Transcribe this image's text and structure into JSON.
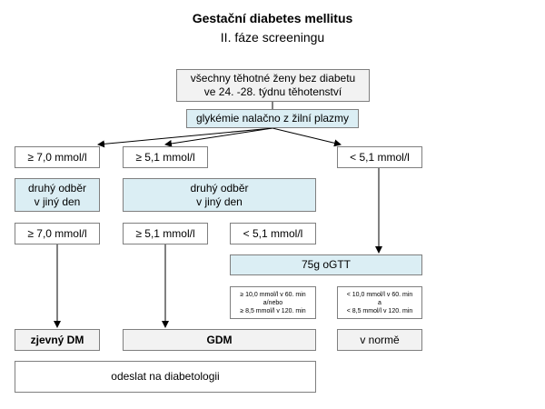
{
  "title": "Gestační diabetes mellitus",
  "subtitle": "II. fáze screeningu",
  "nodes": {
    "population": "všechny těhotné ženy bez diabetu\nve 24. -28. týdnu těhotenství",
    "fasting_glycemia": "glykémie nalačno z žilní plazmy",
    "first_ge_7": "≥ 7,0 mmol/l",
    "first_ge_5_1": "≥ 5,1 mmol/l",
    "first_lt_5_1": "< 5,1 mmol/l",
    "second_draw_left": "druhý odběr\nv jiný den",
    "second_draw_middle": "druhý odběr\nv jiný den",
    "second_ge_7": "≥ 7,0 mmol/l",
    "second_ge_5_1": "≥ 5,1 mmol/l",
    "second_lt_5_1": "< 5,1 mmol/l",
    "ogtt": "75g oGTT",
    "ogtt_positive": "≥ 10,0 mmol/l v 60. min\na/nebo\n≥ 8,5 mmol/l v 120. min",
    "ogtt_negative": "< 10,0 mmol/l v 60. min\na\n< 8,5 mmol/l v 120. min",
    "overt_dm": "zjevný DM",
    "gdm": "GDM",
    "normal": "v normě",
    "referral": "odeslat na diabetologii"
  }
}
